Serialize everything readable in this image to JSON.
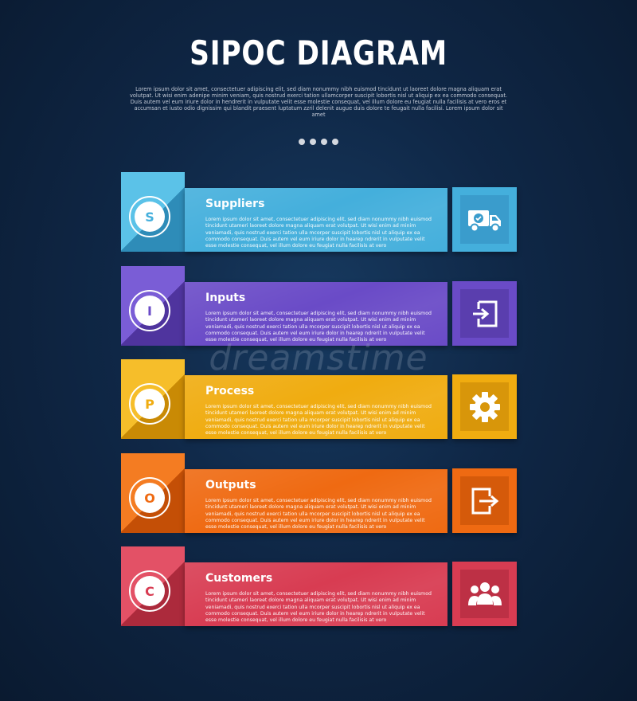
{
  "title": "SIPOC DIAGRAM",
  "subtitle": "Lorem ipsum dolor sit amet, consectetuer adipiscing elit, sed diam nonummy nibh euismod tincidunt ut laoreet dolore magna aliquam erat volutpat. Ut wisi enim adenipe minim veniam, quis nostrud exerci tation ullamcorper suscipit lobortis nisl ut aliquip ex ea commodo consequat. Duis autem vel eum iriure dolor in hendrerit in vulputate velit esse molestie consequat, vel illum dolore eu feugiat nulla facilisis at vero eros et accumsan et iusto odio dignissim qui blandit praesent luptatum zzril delenit augue duis dolore te feugait nulla facilisi. Lorem ipsum dolor sit amet",
  "watermark": "dreamstime",
  "rows": [
    {
      "letter": "S",
      "title": "Suppliers",
      "icon": "truck-icon",
      "colors": {
        "band": "#44afdc",
        "tab": "#5bc2e8",
        "dark": "#2e8cb8",
        "icon_inner": "#3a9ccc",
        "letter": "#44afdc"
      },
      "body": "Lorem ipsum dolor sit amet, consectetuer adipiscing elit, sed diam nonummy nibh euismod tincidunt utameri laoreet dolore magna aliquam erat volutpat. Ut wisi enim ad minim veniamadi, quis nostrud exerci tation ulla mcorper suscipit lobortis nisl ut aliquip ex ea commodo consequat. Duis autem vel eum iriure dolor in hearep ndrerit in vulputate velit esse molestie consequat, vel illum dolore eu feugiat nulla facilisis at vero"
    },
    {
      "letter": "I",
      "title": "Inputs",
      "icon": "sign-in-icon",
      "colors": {
        "band": "#6a4bc7",
        "tab": "#7a5dd6",
        "dark": "#4f349e",
        "icon_inner": "#5a3eae",
        "letter": "#6a4bc7"
      },
      "body": "Lorem ipsum dolor sit amet, consectetuer adipiscing elit, sed diam nonummy nibh euismod tincidunt utameri laoreet dolore magna aliquam erat volutpat. Ut wisi enim ad minim veniamadi, quis nostrud exerci tation ulla mcorper suscipit lobortis nisl ut aliquip ex ea commodo consequat. Duis autem vel eum iriure dolor in hearep ndrerit in vulputate velit esse molestie consequat, vel illum dolore eu feugiat nulla facilisis at vero"
    },
    {
      "letter": "P",
      "title": "Process",
      "icon": "gear-icon",
      "colors": {
        "band": "#f0ac10",
        "tab": "#f6be2a",
        "dark": "#c98a05",
        "icon_inner": "#d8960a",
        "letter": "#f0ac10"
      },
      "body": "Lorem ipsum dolor sit amet, consectetuer adipiscing elit, sed diam nonummy nibh euismod tincidunt utameri laoreet dolore magna aliquam erat volutpat. Ut wisi enim ad minim veniamadi, quis nostrud exerci tation ulla mcorper suscipit lobortis nisl ut aliquip ex ea commodo consequat. Duis autem vel eum iriure dolor in hearep ndrerit in vulputate velit esse molestie consequat, vel illum dolore eu feugiat nulla facilisis at vero"
    },
    {
      "letter": "O",
      "title": "Outputs",
      "icon": "sign-out-icon",
      "colors": {
        "band": "#ef6a12",
        "tab": "#f47c22",
        "dark": "#c44f06",
        "icon_inner": "#d55a0a",
        "letter": "#ef6a12"
      },
      "body": "Lorem ipsum dolor sit amet, consectetuer adipiscing elit, sed diam nonummy nibh euismod tincidunt utameri laoreet dolore magna aliquam erat volutpat. Ut wisi enim ad minim veniamadi, quis nostrud exerci tation ulla mcorper suscipit lobortis nisl ut aliquip ex ea commodo consequat. Duis autem vel eum iriure dolor in hearep ndrerit in vulputate velit esse molestie consequat, vel illum dolore eu feugiat nulla facilisis at vero"
    },
    {
      "letter": "C",
      "title": "Customers",
      "icon": "users-icon",
      "colors": {
        "band": "#d83c52",
        "tab": "#e35166",
        "dark": "#ac2a3c",
        "icon_inner": "#bd3045",
        "letter": "#d83c52"
      },
      "body": "Lorem ipsum dolor sit amet, consectetuer adipiscing elit, sed diam nonummy nibh euismod tincidunt utameri laoreet dolore magna aliquam erat volutpat. Ut wisi enim ad minim veniamadi, quis nostrud exerci tation ulla mcorper suscipit lobortis nisl ut aliquip ex ea commodo consequat. Duis autem vel eum iriure dolor in hearep ndrerit in vulputate velit esse molestie consequat, vel illum dolore eu feugiat nulla facilisis at vero"
    }
  ]
}
